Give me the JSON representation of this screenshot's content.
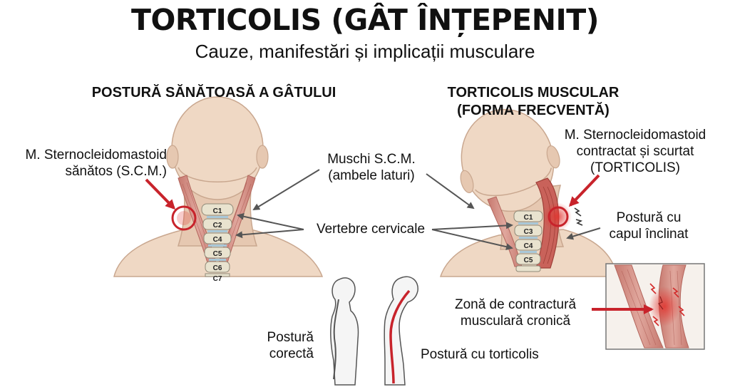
{
  "header": {
    "title": "TORTICOLIS (GÂT ÎNȚEPENIT)",
    "subtitle": "Cauze, manifestări și implicații musculare"
  },
  "left_panel": {
    "heading": "POSTURĂ SĂNĂTOASĂ A GÂTULUI",
    "scm_label_line1": "M. Sternocleidomastoid",
    "scm_label_line2": "sănătos (S.C.M.)",
    "vertebrae": [
      "C1",
      "C2",
      "C4",
      "C5",
      "C6",
      "C7"
    ]
  },
  "center_labels": {
    "muscles_line1": "Muschi S.C.M.",
    "muscles_line2": "(ambele laturi)",
    "vertebrae": "Vertebre cervicale"
  },
  "right_panel": {
    "heading_line1": "TORTICOLIS MUSCULAR",
    "heading_line2": "(FORMA FRECVENTĂ)",
    "scm_label_line1": "M. Sternocleidomastoid",
    "scm_label_line2": "contractat și scurtat",
    "scm_label_line3": "(TORTICOLIS)",
    "posture_line1": "Postură cu",
    "posture_line2": "capul înclinat",
    "vertebrae": [
      "C1",
      "C3",
      "C4",
      "C5"
    ]
  },
  "bottom": {
    "correct_line1": "Postură",
    "correct_line2": "corectă",
    "torticollis_posture": "Postură cu torticolis",
    "contracture_line1": "Zonă de contractură",
    "contracture_line2": "musculară cronică"
  },
  "colors": {
    "skin": "#efd8c4",
    "skin_shade": "#dcbba4",
    "muscle": "#cf8a80",
    "muscle_dark": "#b95e55",
    "bone": "#e9e3cf",
    "disc": "#a9c8d8",
    "red": "#c8232b",
    "arrow_gray": "#555555"
  }
}
